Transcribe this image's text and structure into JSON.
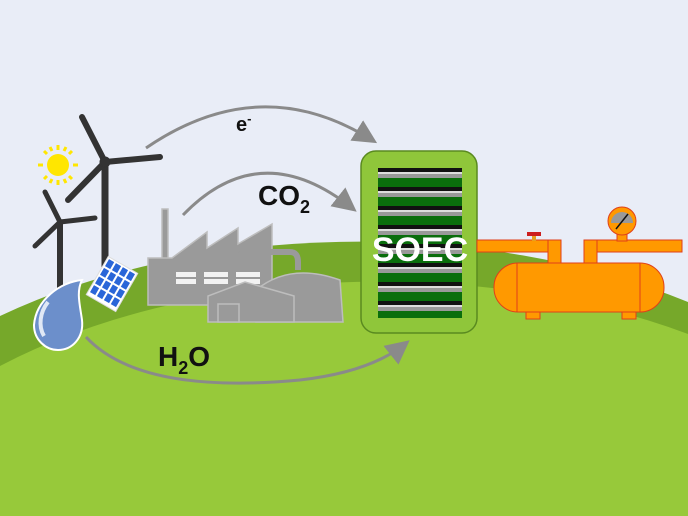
{
  "labels": {
    "electron": {
      "base": "e",
      "sup": "-"
    },
    "co2": {
      "base": "CO",
      "sub": "2"
    },
    "h2o": {
      "pre": "H",
      "sub": "2",
      "post": "O"
    },
    "soec": "SOEC"
  },
  "colors": {
    "background": "#e9edf7",
    "hill_dark": "#7aab2a",
    "hill_light": "#97c93a",
    "soec_box": "#8fc63a",
    "tank": "#ff9900",
    "tank_stroke": "#e0401a",
    "arrow": "#8a8a8a"
  }
}
